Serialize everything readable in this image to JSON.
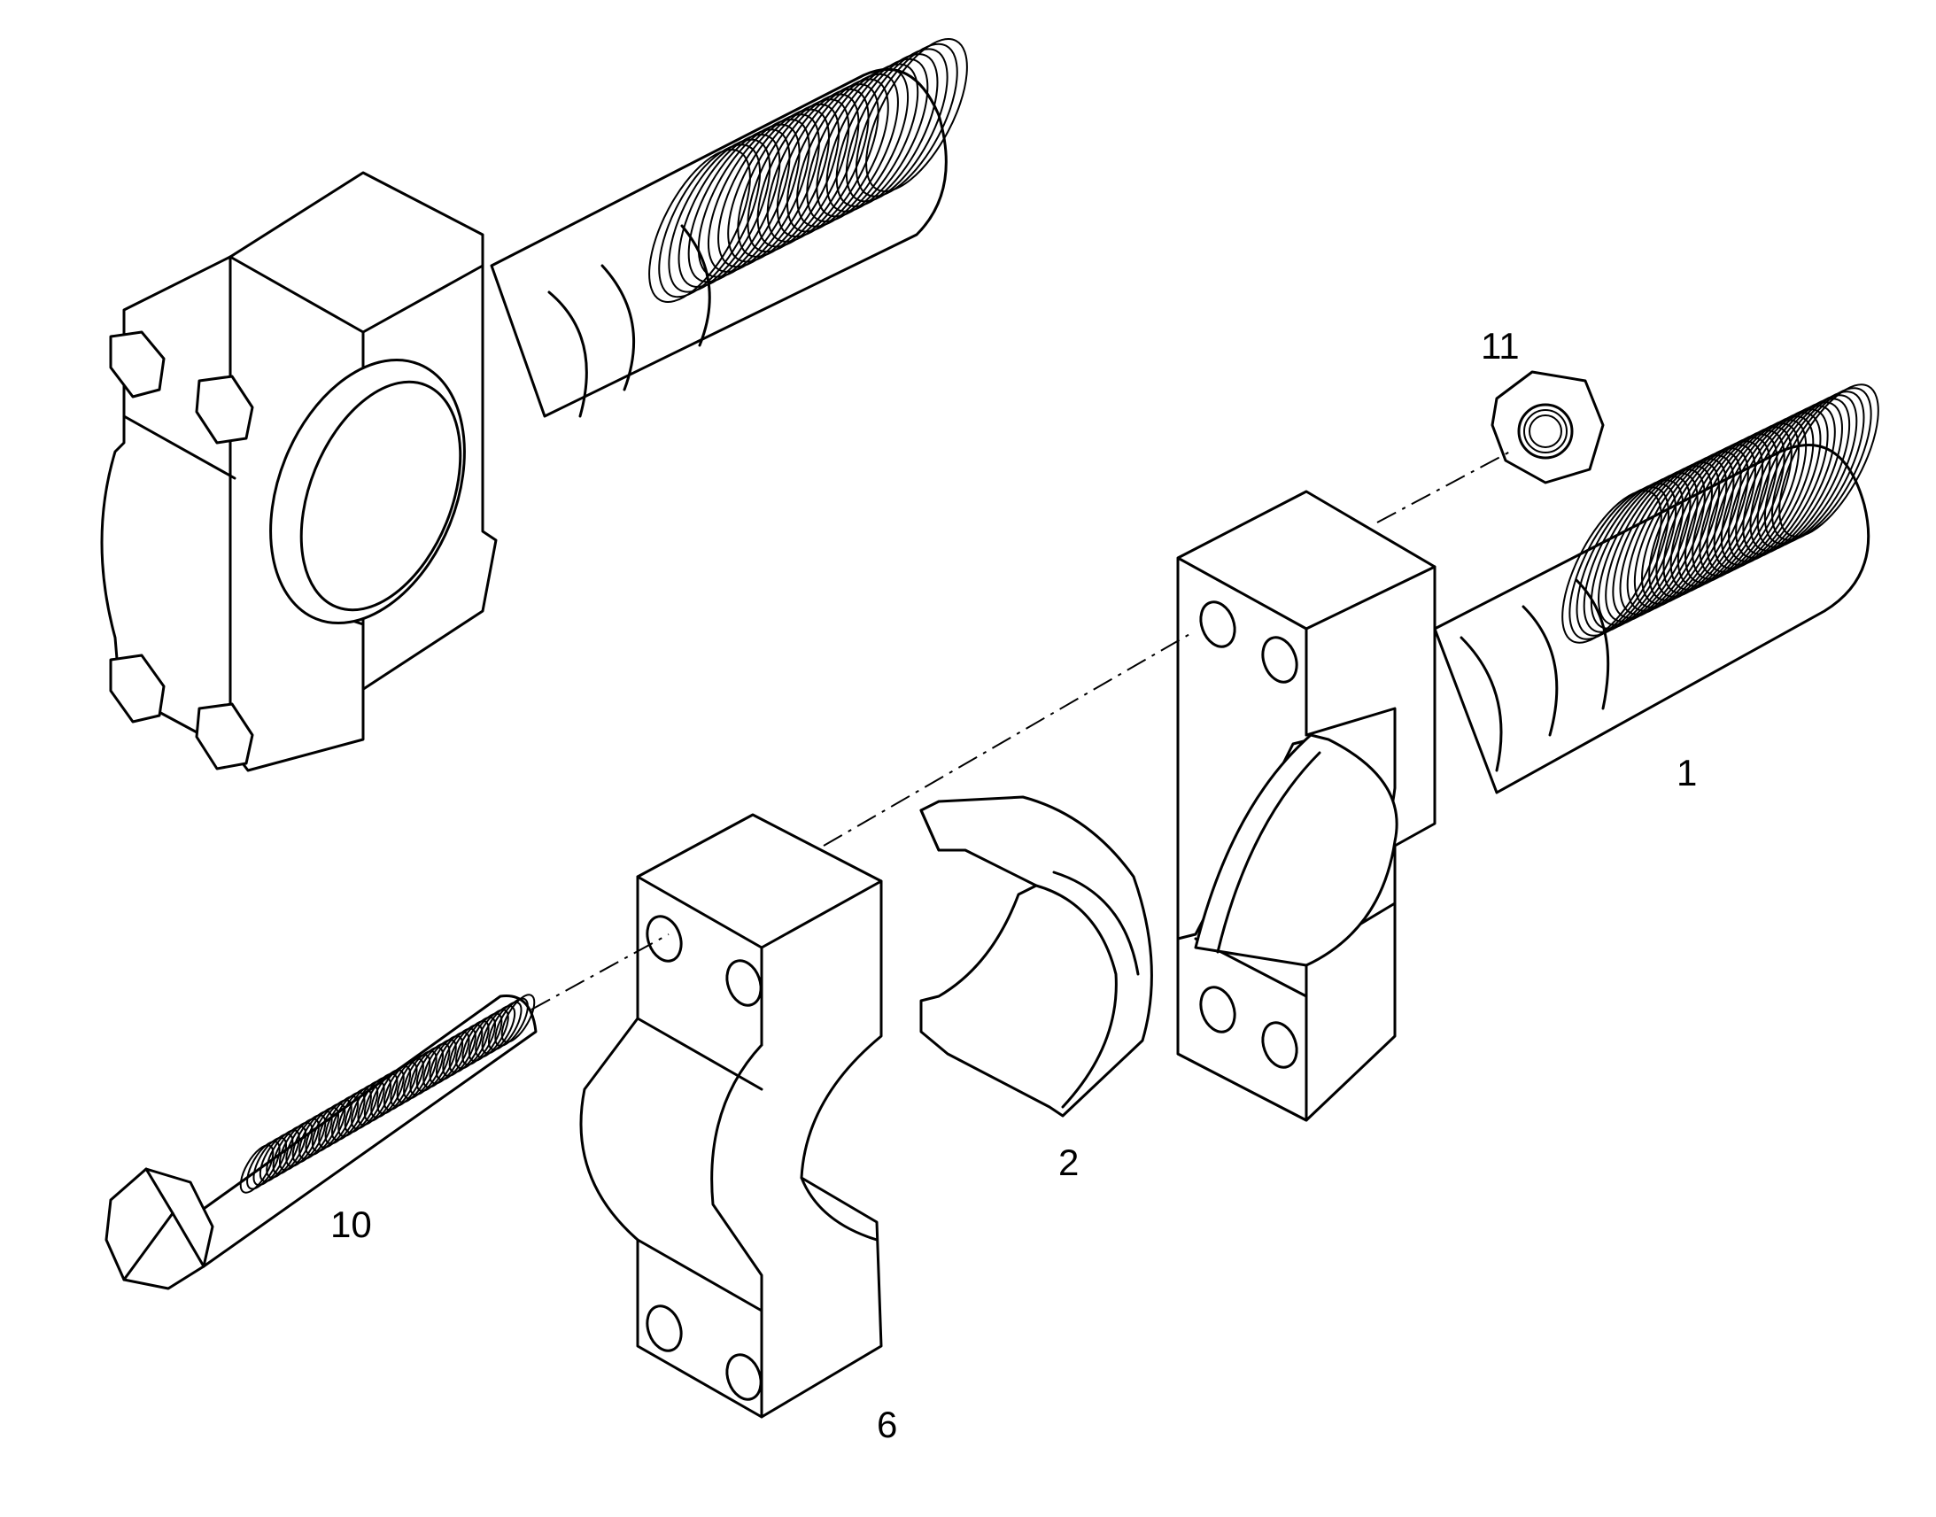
{
  "callouts": {
    "item_1": "1",
    "item_2": "2",
    "item_6": "6",
    "item_10": "10",
    "item_11": "11"
  },
  "colors": {
    "line": "#000000",
    "background": "#ffffff"
  }
}
